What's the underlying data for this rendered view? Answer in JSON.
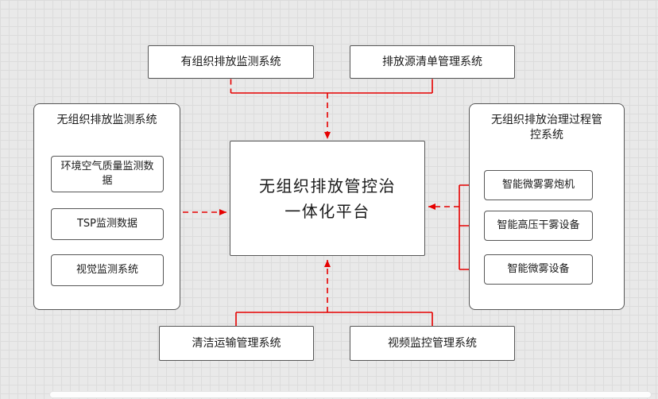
{
  "colors": {
    "arrow": "#e60000",
    "border": "#565656",
    "canvas_bg": "#e9e9e9"
  },
  "nodes": {
    "top_left": "有组织排放监测系统",
    "top_right": "排放源清单管理系统",
    "center_line1": "无组织排放管控治",
    "center_line2": "一体化平台",
    "bottom_left": "清洁运输管理系统",
    "bottom_right": "视频监控管理系统",
    "left_panel": {
      "title": "无组织排放监测系统",
      "items": [
        "环境空气质量监测数据",
        "TSP监测数据",
        "视觉监测系统"
      ]
    },
    "right_panel": {
      "title": "无组织排放治理过程管控系统",
      "items": [
        "智能微雾雾炮机",
        "智能高压干雾设备",
        "智能微雾设备"
      ]
    }
  },
  "edges": [
    {
      "from": "有组织排放监测系统",
      "to": "无组织排放管控治一体化平台",
      "style": "dashed-arrow-down"
    },
    {
      "from": "排放源清单管理系统",
      "to": "无组织排放管控治一体化平台",
      "style": "dashed-arrow-down"
    },
    {
      "from": "无组织排放监测系统(左)",
      "to": "无组织排放管控治一体化平台",
      "style": "dashed-arrow-right"
    },
    {
      "from": "无组织排放治理过程管控系统",
      "to": "无组织排放管控治一体化平台",
      "style": "dashed-arrow-left"
    },
    {
      "from": "清洁运输管理系统",
      "to": "无组织排放管控治一体化平台",
      "style": "dashed-arrow-up"
    },
    {
      "from": "视频监控管理系统",
      "to": "无组织排放管控治一体化平台",
      "style": "dashed-arrow-up"
    }
  ]
}
